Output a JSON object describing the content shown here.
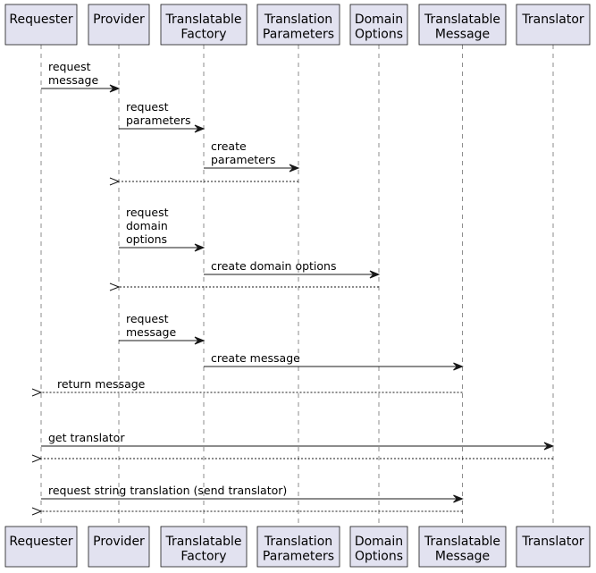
{
  "participants": [
    {
      "id": "requester",
      "lines": [
        "Requester"
      ]
    },
    {
      "id": "provider",
      "lines": [
        "Provider"
      ]
    },
    {
      "id": "factory",
      "lines": [
        "Translatable",
        "Factory"
      ]
    },
    {
      "id": "params",
      "lines": [
        "Translation",
        "Parameters"
      ]
    },
    {
      "id": "domain",
      "lines": [
        "Domain",
        "Options"
      ]
    },
    {
      "id": "message",
      "lines": [
        "Translatable",
        "Message"
      ]
    },
    {
      "id": "translator",
      "lines": [
        "Translator"
      ]
    }
  ],
  "messages": [
    {
      "from": "requester",
      "to": "provider",
      "style": "solid",
      "lines": [
        "request",
        "message"
      ]
    },
    {
      "from": "provider",
      "to": "factory",
      "style": "solid",
      "lines": [
        "request",
        "parameters"
      ]
    },
    {
      "from": "factory",
      "to": "params",
      "style": "solid",
      "lines": [
        "create",
        "parameters"
      ]
    },
    {
      "from": "params",
      "to": "provider",
      "style": "dashed",
      "lines": []
    },
    {
      "from": "provider",
      "to": "factory",
      "style": "solid",
      "lines": [
        "request",
        "domain",
        "options"
      ]
    },
    {
      "from": "factory",
      "to": "domain",
      "style": "solid",
      "lines": [
        "create domain options"
      ]
    },
    {
      "from": "domain",
      "to": "provider",
      "style": "dashed",
      "lines": []
    },
    {
      "from": "provider",
      "to": "factory",
      "style": "solid",
      "lines": [
        "request",
        "message"
      ]
    },
    {
      "from": "factory",
      "to": "message",
      "style": "solid",
      "lines": [
        "create message"
      ]
    },
    {
      "from": "message",
      "to": "requester",
      "style": "dashed",
      "lines": [
        "return message"
      ]
    },
    {
      "from": "requester",
      "to": "translator",
      "style": "solid",
      "lines": [
        "get translator"
      ]
    },
    {
      "from": "translator",
      "to": "requester",
      "style": "dashed",
      "lines": []
    },
    {
      "from": "requester",
      "to": "message",
      "style": "solid",
      "lines": [
        "request string translation (send translator)"
      ]
    },
    {
      "from": "message",
      "to": "requester",
      "style": "dashed",
      "lines": []
    }
  ]
}
